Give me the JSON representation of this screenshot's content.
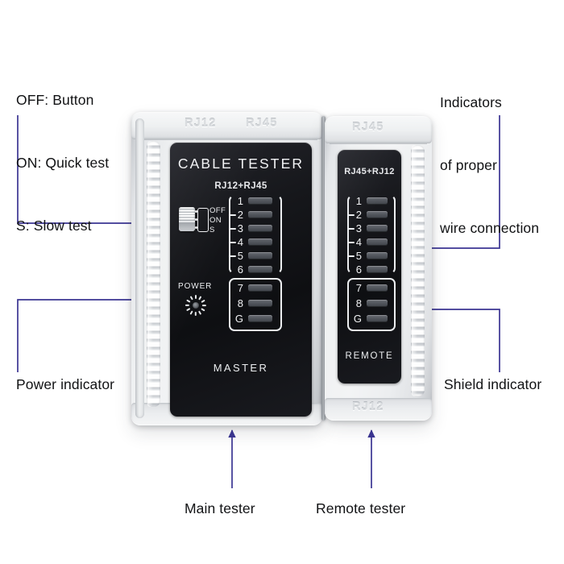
{
  "figure": {
    "title": "Network cable tester — annotated parts diagram",
    "accent_color": "#3b3593",
    "arrow_color": "#3b3593",
    "background_color": "#ffffff",
    "casing_color": "#eff1f2",
    "faceplate_color": "#15161a",
    "led_color": "#5a5e65"
  },
  "annotations": {
    "switch_legend": {
      "lines": [
        "OFF: Button",
        "ON: Quick test",
        "S: Slow test"
      ]
    },
    "indicators": {
      "lines": [
        "Indicators",
        "of proper",
        "wire connection"
      ]
    },
    "power_indicator": {
      "label": "Power indicator"
    },
    "shield_indicator": {
      "label": "Shield indicator"
    },
    "main_tester": {
      "label": "Main tester"
    },
    "remote_tester": {
      "label": "Remote tester"
    }
  },
  "master_unit": {
    "shell_labels": {
      "top_left": "RJ12",
      "top_right": "RJ45"
    },
    "faceplate": {
      "title": "CABLE TESTER",
      "subtitle": "RJ12+RJ45",
      "footer": "MASTER"
    },
    "switch": {
      "positions": [
        "OFF",
        "ON",
        "S"
      ],
      "selected": "OFF"
    },
    "power": {
      "label": "POWER"
    },
    "led_group_main": {
      "labels": [
        "1",
        "2",
        "3",
        "4",
        "5",
        "6"
      ]
    },
    "led_group_extra": {
      "labels": [
        "7",
        "8",
        "G"
      ]
    }
  },
  "remote_unit": {
    "shell_labels": {
      "top": "RJ45",
      "bottom": "RJ12"
    },
    "faceplate": {
      "subtitle": "RJ45+RJ12",
      "footer": "REMOTE"
    },
    "led_group_main": {
      "labels": [
        "1",
        "2",
        "3",
        "4",
        "5",
        "6"
      ]
    },
    "led_group_extra": {
      "labels": [
        "7",
        "8",
        "G"
      ]
    }
  }
}
